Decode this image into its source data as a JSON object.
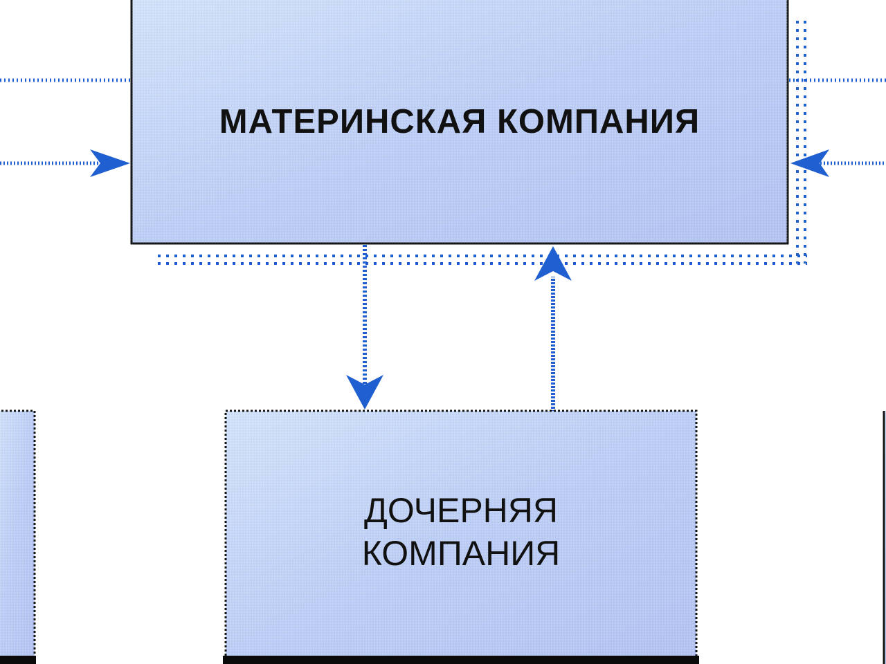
{
  "diagram": {
    "parent_company": {
      "label": "МАТЕРИНСКАЯ КОМПАНИЯ"
    },
    "subsidiary_company": {
      "label_line1": "ДОЧЕРНЯЯ",
      "label_line2": "КОМПАНИЯ"
    }
  },
  "colors": {
    "box_fill": "#b9c9f4",
    "box_fill_light": "#cfe3f8",
    "box_border": "#141414",
    "arrow": "#1f5fcf",
    "dotted": "#1f5fcf"
  }
}
